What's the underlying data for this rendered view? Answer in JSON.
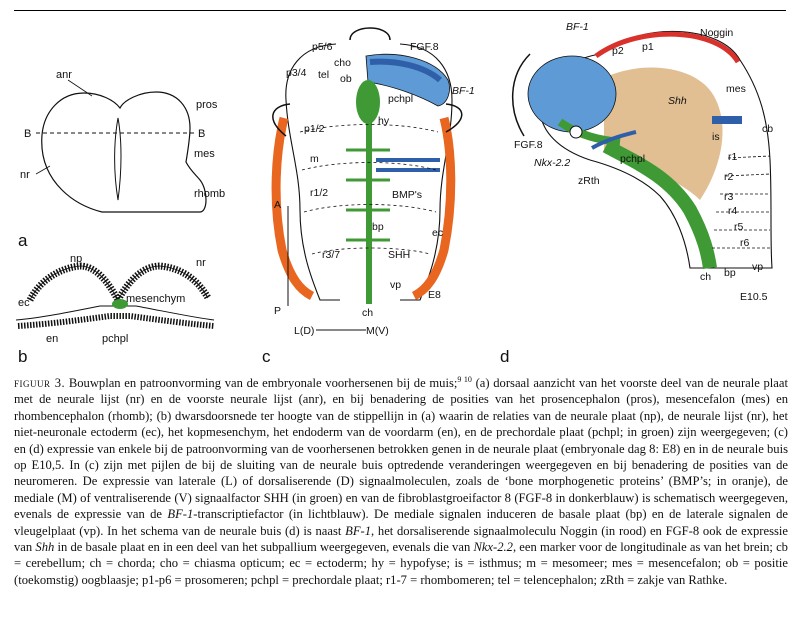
{
  "figure": {
    "panel_a": {
      "letter": "a",
      "labels": {
        "anr": "anr",
        "pros": "pros",
        "b_left": "B",
        "b_right": "B",
        "mes": "mes",
        "nr": "nr",
        "rhomb": "rhomb"
      }
    },
    "panel_b": {
      "letter": "b",
      "labels": {
        "np": "np",
        "nr": "nr",
        "ec": "ec",
        "mesenchym": "mesenchym",
        "en": "en",
        "pchpl": "pchpl"
      }
    },
    "panel_c": {
      "letter": "c",
      "labels": {
        "p56": "p5/6",
        "cho": "cho",
        "fgf8": "FGF.8",
        "p34": "p3/4",
        "tel": "tel",
        "ob": "ob",
        "bf1": "BF-1",
        "pchpl": "pchpl",
        "hy": "hy",
        "p12": "p1/2",
        "m": "m",
        "r12": "r1/2",
        "bmps": "BMP's",
        "a": "A",
        "bp": "bp",
        "ec": "ec",
        "r37": "r3/7",
        "shh": "SHH",
        "vp": "vp",
        "e8": "E8",
        "p": "P",
        "ch": "ch",
        "axis": "L(D)",
        "axis2": "M(V)"
      }
    },
    "panel_d": {
      "letter": "d",
      "labels": {
        "bf1": "BF-1",
        "noggin": "Noggin",
        "p2": "p2",
        "p1": "p1",
        "mes": "mes",
        "shh": "Shh",
        "is": "is",
        "cb": "cb",
        "fgf8": "FGF.8",
        "nkx": "Nkx-2.2",
        "pchpl": "pchpl",
        "zrth": "zRth",
        "r1": "r1",
        "r2": "r2",
        "r3": "r3",
        "r4": "r4",
        "r5": "r5",
        "r6": "r6",
        "ch": "ch",
        "bp": "bp",
        "vp": "vp",
        "e105": "E10.5"
      }
    }
  },
  "caption": {
    "label": "figuur 3.",
    "t1": " Bouwplan en patroonvorming van de embryonale voorhersenen bij de muis;",
    "refs": "9 10",
    "t2": " (a) dorsaal aanzicht van het voorste deel van de neurale plaat met de neurale lijst (nr) en de voorste neurale lijst (anr), en bij benadering de posities van het prosencephalon (pros), mesencefalon (mes) en rhombencephalon (rhomb); (b) dwarsdoorsnede ter hoogte van de stippellijn in (a) waarin de relaties van de neurale plaat (np), de neurale lijst (nr), het niet-neuronale ectoderm (ec), het kopmesenchym, het endoderm van de voordarm (en), en de prechordale plaat (pchpl; in groen) zijn weergegeven; (c) en (d) expressie van enkele bij de patroonvorming van de voorhersenen betrokken genen in de neurale plaat (embryonale dag 8: E8) en in de neurale buis op E10,5. In (c) zijn met pijlen de bij de sluiting van de neurale buis optredende veranderingen weergegeven en bij benadering de posities van de neuromeren. De expressie van laterale (L) of dorsaliserende (D) signaalmoleculen, zoals de ‘bone morphogenetic proteins’ (BMP’s; in oranje), de mediale (M) of ventraliserende (V) signaalfactor SHH (in groen) en van de fibroblastgroeifactor 8 (FGF-8 in donkerblauw) is schematisch weergegeven, evenals de expressie van de ",
    "i1": "BF-1",
    "t3": "-transcriptiefactor (in lichtblauw). De mediale signalen induceren de basale plaat (bp) en de laterale signalen de vleugelplaat (vp). In het schema van de neurale buis (d) is naast ",
    "i2": "BF-1",
    "t4": ", het dorsaliserende signaalmoleculu Noggin (in rood) en FGF-8 ook de expressie van ",
    "i3": "Shh",
    "t5": " in de basale plaat en in een deel van het subpallium weergegeven, evenals die van ",
    "i4": "Nkx-2.2",
    "t6": ", een marker voor de longitudinale as van het brein; cb = cerebellum; ch = chorda; cho = chiasma opticum; ec = ectoderm; hy = hypofyse; is = isthmus; m = mesomeer; mes = mesencefalon; ob = positie (toekomstig) oogblaasje; p1-p6 = prosomeren; pchpl = prechordale plaat; r1-7 = rhombomeren; tel = telencephalon; zRth = zakje van Rathke."
  },
  "colors": {
    "orange": "#e8661f",
    "green": "#3f9a35",
    "dark_blue": "#2f5fa8",
    "light_blue": "#5d9ad6",
    "red": "#d9312b",
    "tan": "#c98a3a"
  }
}
